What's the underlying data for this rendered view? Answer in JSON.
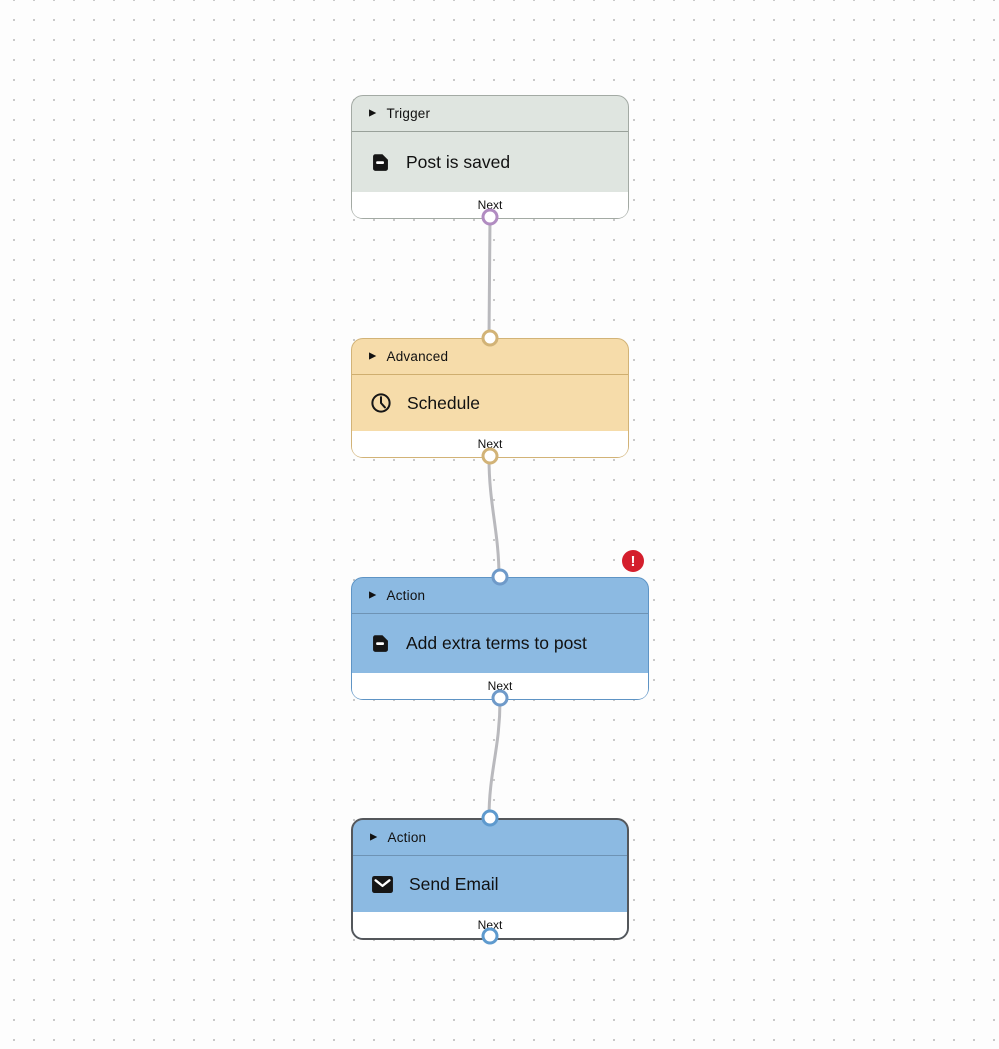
{
  "canvas": {
    "background": "#fdfdfd",
    "dot_color": "#c9c9c9",
    "connector_color": "#b9b9bd"
  },
  "icons": {
    "collapse_triangle": "▶"
  },
  "nodes": [
    {
      "category": "Trigger",
      "title": "Post is saved",
      "icon": "document-icon",
      "footer_label": "Next",
      "fill": "#dfe5e0",
      "border": "#a3aaa4",
      "divider": "#99a19a",
      "port_color": "#b18cc1",
      "has_error": false
    },
    {
      "category": "Advanced",
      "title": "Schedule",
      "icon": "clock-icon",
      "footer_label": "Next",
      "fill": "#f6dcaa",
      "border": "#d2b377",
      "divider": "#cfae6f",
      "port_color": "#d2b377",
      "has_error": false
    },
    {
      "category": "Action",
      "title": "Add extra terms to post",
      "icon": "document-icon",
      "footer_label": "Next",
      "fill": "#8cbae2",
      "border": "#5e94c5",
      "divider": "#6e93b4",
      "port_color": "#6f9ac9",
      "has_error": true,
      "error_badge": "!",
      "error_color": "#d41e2c"
    },
    {
      "category": "Action",
      "title": "Send Email",
      "icon": "envelope-icon",
      "footer_label": "Next",
      "fill": "#8cbae2",
      "border": "#54575b",
      "divider": "#6e93b4",
      "port_color": "#5e9ace",
      "has_error": false,
      "selected": true
    }
  ]
}
